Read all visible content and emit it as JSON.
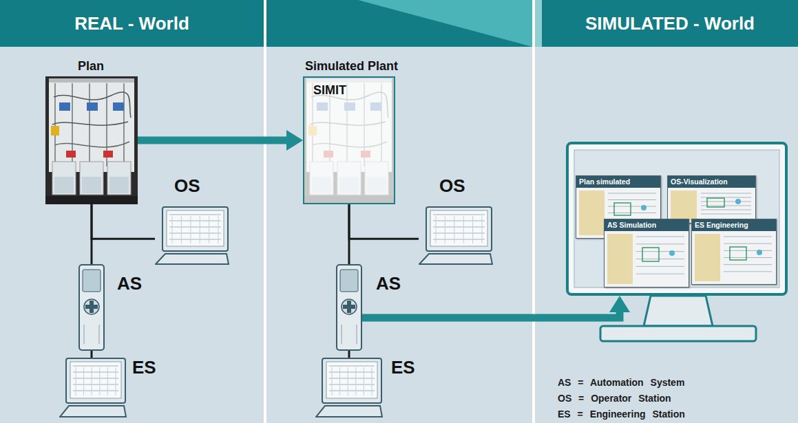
{
  "diagram": {
    "nodes": [
      {
        "text": [
          "REAL - World"
        ]
      },
      {
        "text": [
          "SIMULATED - World"
        ]
      },
      {
        "text": [
          "Plan"
        ]
      },
      {
        "text": [
          "OS"
        ]
      },
      {
        "text": [
          "AS"
        ]
      },
      {
        "text": [
          "ES"
        ]
      },
      {
        "text": [
          "Simulated Plant",
          "SIMIT"
        ]
      },
      {
        "text": [
          "OS"
        ]
      },
      {
        "text": [
          "AS"
        ]
      },
      {
        "text": [
          "ES"
        ]
      },
      {
        "text": []
      },
      {
        "text": [
          "Plan simulated"
        ],
        "in": 10
      },
      {
        "text": [
          "OS-Visualization"
        ],
        "in": 10
      },
      {
        "text": [
          "AS Simulation"
        ],
        "in": 10
      },
      {
        "text": [
          "ES Engineering"
        ],
        "in": 10
      }
    ],
    "edges": [
      {
        "from": 2,
        "to": 6,
        "arrow": "to"
      },
      {
        "from": 2,
        "to": 4,
        "arrow": "none"
      },
      {
        "from": 2,
        "to": 3,
        "arrow": "none"
      },
      {
        "from": 4,
        "to": 5,
        "arrow": "none"
      },
      {
        "from": 6,
        "to": 8,
        "arrow": "none"
      },
      {
        "from": 6,
        "to": 7,
        "arrow": "none"
      },
      {
        "from": 8,
        "to": 9,
        "arrow": "none"
      },
      {
        "from": 8,
        "to": 10,
        "arrow": "to"
      }
    ],
    "labels": [
      "AS = Automation System",
      "OS = Operator Station",
      "ES = Engineering Station"
    ]
  }
}
